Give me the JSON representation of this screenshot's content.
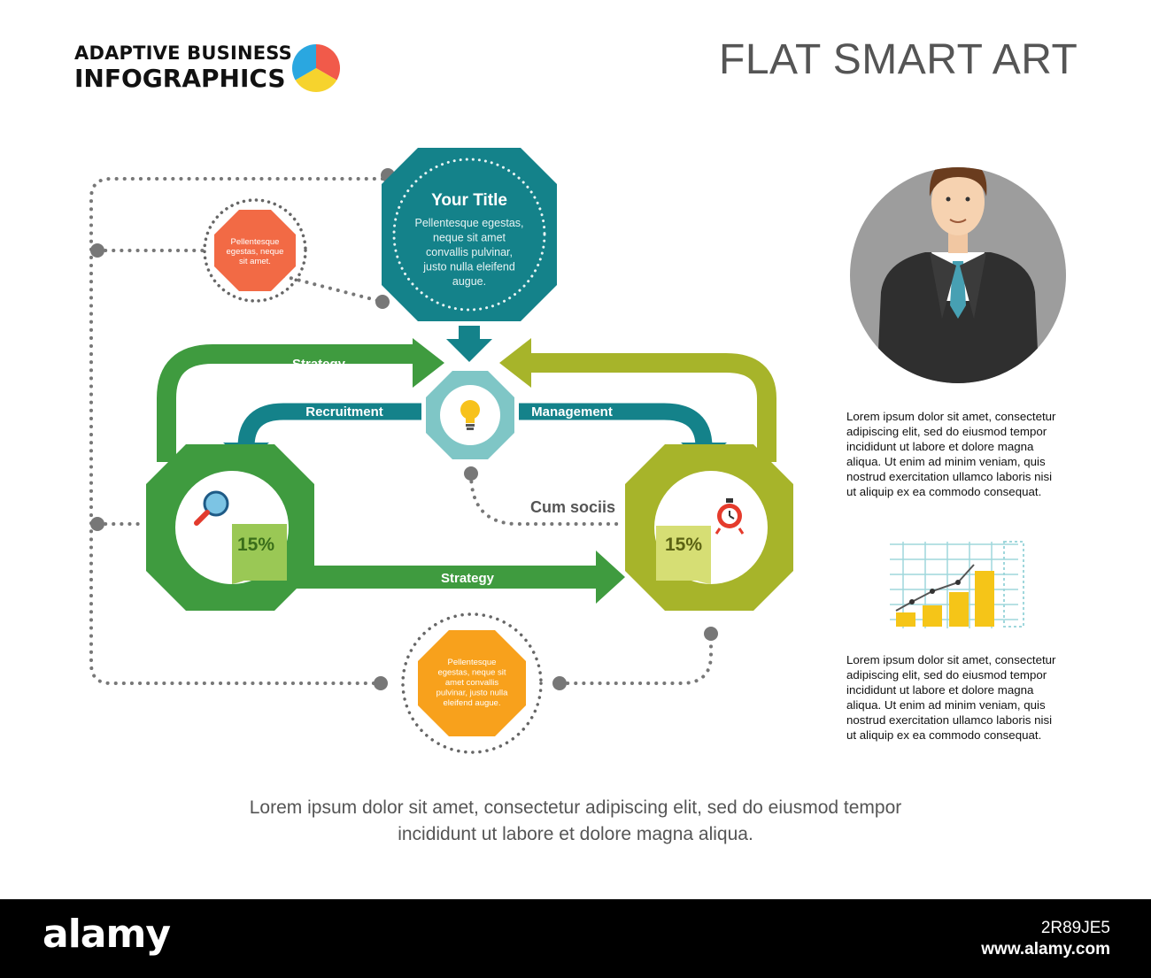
{
  "header": {
    "brand_line1": "ADAPTIVE BUSINESS",
    "brand_line2": "INFOGRAPHICS",
    "title": "FLAT SMART ART"
  },
  "colors": {
    "teal": "#14828a",
    "green": "#3f9b3f",
    "olive": "#a7b42a",
    "orange_red": "#f26a45",
    "orange": "#f8a11c",
    "light_teal": "#7fc6c6"
  },
  "diagram": {
    "top_box": {
      "title": "Your Title",
      "lines": [
        "Pellentesque egestas,",
        "neque sit amet",
        "convallis pulvinar,",
        "justo nulla eleifend",
        "augue."
      ]
    },
    "small_note_left": {
      "lines": [
        "Pellentesque",
        "egestas, neque",
        "sit amet."
      ]
    },
    "bottom_note": {
      "lines": [
        "Pellentesque",
        "egestas, neque sit",
        "amet convallis",
        "pulvinar, justo nulla",
        "eleifend augue."
      ]
    },
    "arrows": {
      "strategy_top": "Strategy",
      "recruitment": "Recruitment",
      "management": "Management",
      "strategy_bottom": "Strategy"
    },
    "left_node": {
      "percent": "15%",
      "icon": "magnifier-icon"
    },
    "right_node": {
      "percent": "15%",
      "icon": "alarm-clock-icon"
    },
    "center_node": {
      "icon": "lightbulb-icon"
    },
    "connector_label": "Cum sociis"
  },
  "side": {
    "paragraph1": [
      "Lorem ipsum dolor sit amet, consectetur",
      "adipiscing elit, sed do eiusmod tempor",
      "incididunt ut labore et dolore magna",
      "aliqua. Ut enim ad minim veniam, quis",
      "nostrud exercitation ullamco laboris nisi",
      "ut aliquip ex ea commodo consequat."
    ],
    "paragraph2": [
      "Lorem ipsum dolor sit amet, consectetur",
      "adipiscing elit, sed do eiusmod tempor",
      "incididunt ut labore et dolore magna",
      "aliqua. Ut enim ad minim veniam, quis",
      "nostrud exercitation ullamco laboris nisi",
      "ut aliquip ex ea commodo consequat."
    ],
    "person_icon": "businessman-avatar",
    "chart_icon": "coins-growth-chart-icon"
  },
  "footer": {
    "line1": "Lorem ipsum dolor sit amet, consectetur adipiscing elit, sed do eiusmod tempor",
    "line2": "incididunt ut labore et dolore magna aliqua."
  },
  "watermark": {
    "brand": "alamy",
    "image_id": "2R89JE5",
    "url": "www.alamy.com"
  }
}
